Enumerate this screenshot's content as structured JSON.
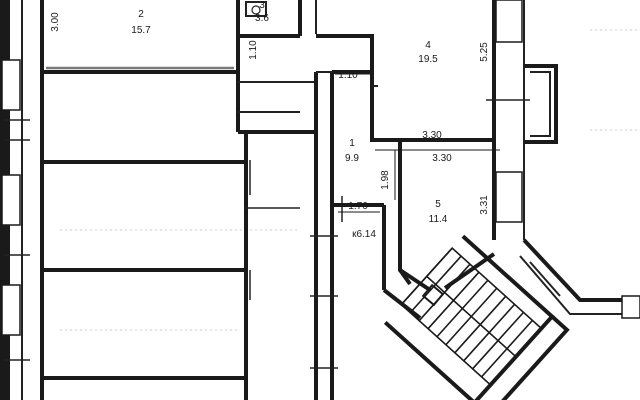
{
  "rooms": {
    "r2": {
      "number": "2",
      "area": "15.7"
    },
    "r3": {
      "number": "3",
      "area": "3.6"
    },
    "r4": {
      "number": "4",
      "area": "19.5"
    },
    "r1": {
      "number": "1",
      "area": "9.9"
    },
    "r5": {
      "number": "5",
      "area": "11.4"
    },
    "r6": {
      "label": "к6.14"
    }
  },
  "dimensions": {
    "d300": "3.00",
    "d110a": "1.10",
    "d110b": "1.10",
    "d525": "5.25",
    "d330a": "3.30",
    "d330b": "3.30",
    "d198": "1.98",
    "d331": "3.31",
    "d176": "1.76"
  }
}
